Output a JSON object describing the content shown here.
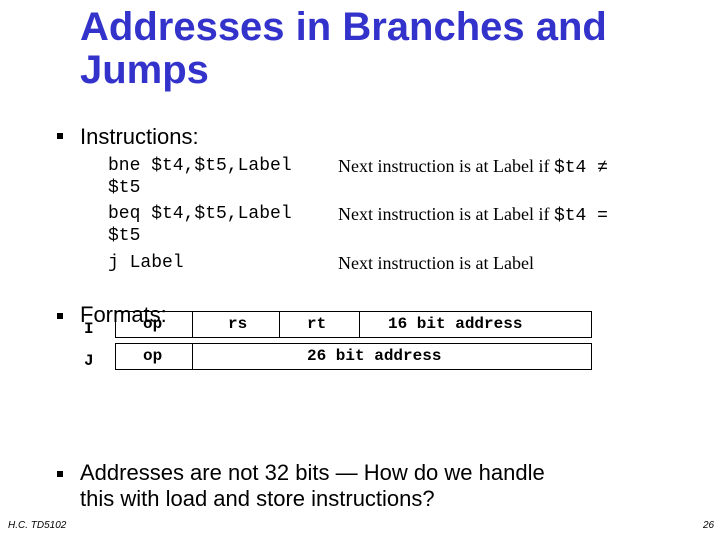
{
  "title": "Addresses in Branches and Jumps",
  "bullets": {
    "instructions_label": "Instructions:",
    "formats_label": "Formats:",
    "addresses_text": "Addresses are not 32 bits — How do we handle this with load and store instructions?"
  },
  "instructions": [
    {
      "code_line1": "bne $t4,$t5,Label",
      "code_line2": "$t5",
      "desc_text": "Next instruction is at Label if ",
      "desc_code": "$t4 ≠"
    },
    {
      "code_line1": "beq $t4,$t5,Label",
      "code_line2": "$t5",
      "desc_text": "Next instruction is at Label if ",
      "desc_code": "$t4 ="
    },
    {
      "code_line1": "j Label",
      "desc_text": "Next instruction is at Label"
    }
  ],
  "formats": {
    "I": {
      "label": "I",
      "fields": [
        "op",
        "rs",
        "rt",
        "16 bit address"
      ]
    },
    "J": {
      "label": "J",
      "fields": [
        "op",
        "26 bit address"
      ]
    }
  },
  "footer": {
    "left": "H.C. TD5102",
    "right": "26"
  }
}
